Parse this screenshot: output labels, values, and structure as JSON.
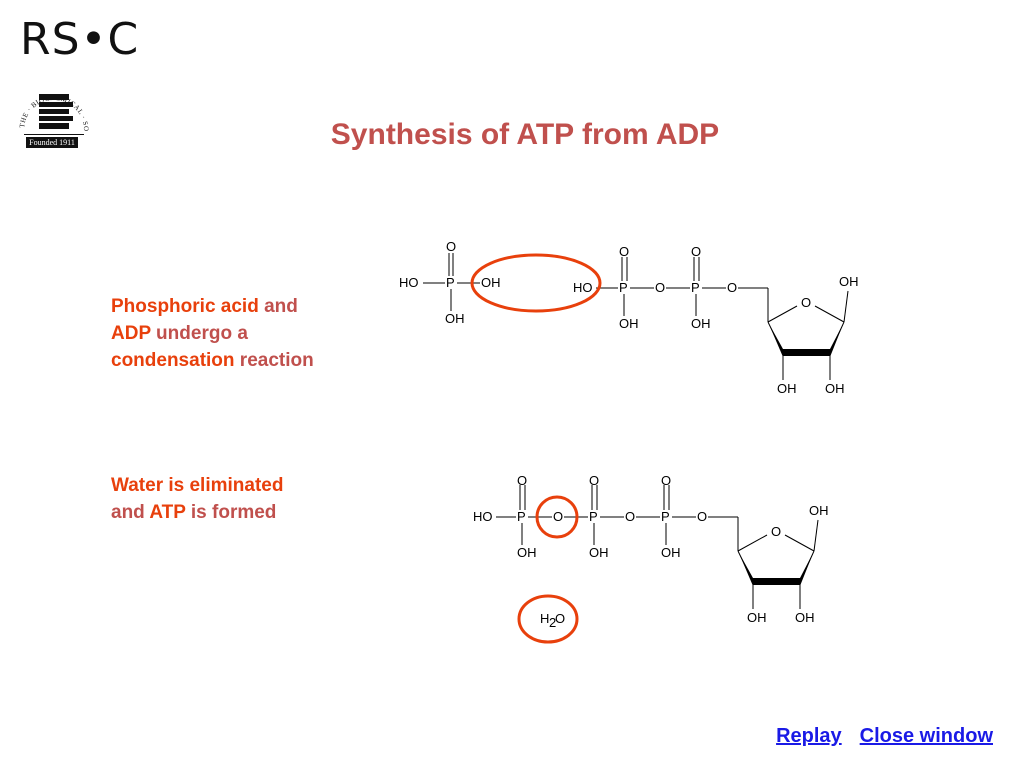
{
  "colors": {
    "title": "#c0504d",
    "text": "#c0504d",
    "highlight": "#e8400c",
    "circle": "#e8400c",
    "link": "#1a1ae6"
  },
  "header": {
    "logo_text": "RS•C",
    "society_ring": "THE · BIOCHEMICAL · SOCIETY",
    "society_letter": "B",
    "founded": "Founded 1911"
  },
  "title": "Synthesis of ATP from ADP",
  "step1": {
    "phosphoric_acid": "Phosphoric acid",
    "and": " and",
    "adp": "ADP",
    "undergo": " undergo a",
    "condensation": "condensation",
    "reaction": " reaction"
  },
  "step2": {
    "water_eliminated": "Water is eliminated",
    "and": "and ",
    "atp": "ATP",
    "is_formed": " is formed"
  },
  "atoms": {
    "O": "O",
    "P": "P",
    "OH": "OH",
    "HO": "HO",
    "H": "H",
    "sub2": "2"
  },
  "nav": {
    "replay": "Replay",
    "close": "Close window"
  }
}
